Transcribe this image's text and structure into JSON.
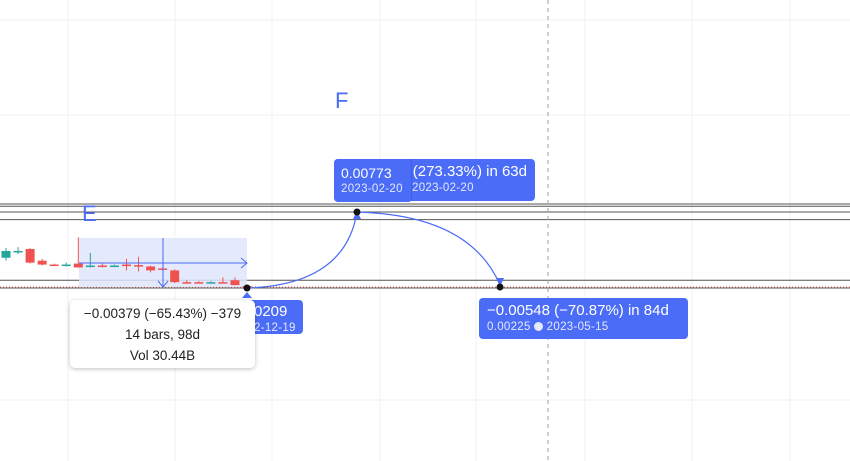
{
  "chart_data": {
    "type": "candlestick",
    "price_scale": {
      "reference_price": 0.00225,
      "price_per_unit_top": 0.00773
    },
    "horizontal_levels": [
      0.00831,
      0.00815,
      0.00773,
      0.00718,
      0.00281,
      0.00225
    ],
    "candles": [
      [
        0.00443,
        0.00513,
        0.00422,
        0.00492
      ],
      [
        0.00485,
        0.0052,
        0.0047,
        0.00492
      ],
      [
        0.00506,
        0.00513,
        0.00401,
        0.00408
      ],
      [
        0.00422,
        0.00436,
        0.00387,
        0.00394
      ],
      [
        0.00394,
        0.00401,
        0.00387,
        0.0039
      ],
      [
        0.0039,
        0.00408,
        0.0038,
        0.00394
      ],
      [
        0.00401,
        0.00591,
        0.00373,
        0.00373
      ],
      [
        0.0038,
        0.00478,
        0.00373,
        0.00387
      ],
      [
        0.00387,
        0.00401,
        0.00373,
        0.0038
      ],
      [
        0.0038,
        0.00394,
        0.00378,
        0.00387
      ],
      [
        0.00394,
        0.00436,
        0.00352,
        0.0039
      ],
      [
        0.0039,
        0.0045,
        0.00345,
        0.00382
      ],
      [
        0.0038,
        0.00387,
        0.00338,
        0.00352
      ],
      [
        0.00366,
        0.00373,
        0.00352,
        0.00362
      ],
      [
        0.00352,
        0.00359,
        0.0026,
        0.00267
      ],
      [
        0.00267,
        0.00281,
        0.0026,
        0.00264
      ],
      [
        0.00267,
        0.00274,
        0.0026,
        0.00264
      ],
      [
        0.00264,
        0.00274,
        0.0026,
        0.00267
      ],
      [
        0.00267,
        0.00302,
        0.0026,
        0.00264
      ],
      [
        0.00281,
        0.00302,
        0.00246,
        0.00246
      ],
      [
        0.00239,
        0.00239,
        0.00225,
        0.00225
      ]
    ],
    "colors": {
      "up": "#26a69a",
      "down": "#ef5350",
      "accent": "#4a6cf7",
      "range_fill": "#dfe5fb"
    },
    "annotations": {
      "E": "E",
      "F": "F",
      "range_tooltip": {
        "line1": "−0.00379 (−65.43%) −379",
        "line2": "14 bars, 98d",
        "line3": "Vol 30.44B"
      },
      "point_low": {
        "price": "0209",
        "date": "2-12-19"
      },
      "point_high": {
        "price": "0.00773",
        "date": "2023-02-20"
      },
      "leg_up": {
        "change": "(273.33%) in 63d",
        "date": "2023-02-20"
      },
      "leg_down": {
        "change": "−0.00548 (−70.87%) in 84d",
        "price": "0.00225",
        "date": "2023-05-15",
        "icon": "clock-icon"
      }
    }
  }
}
